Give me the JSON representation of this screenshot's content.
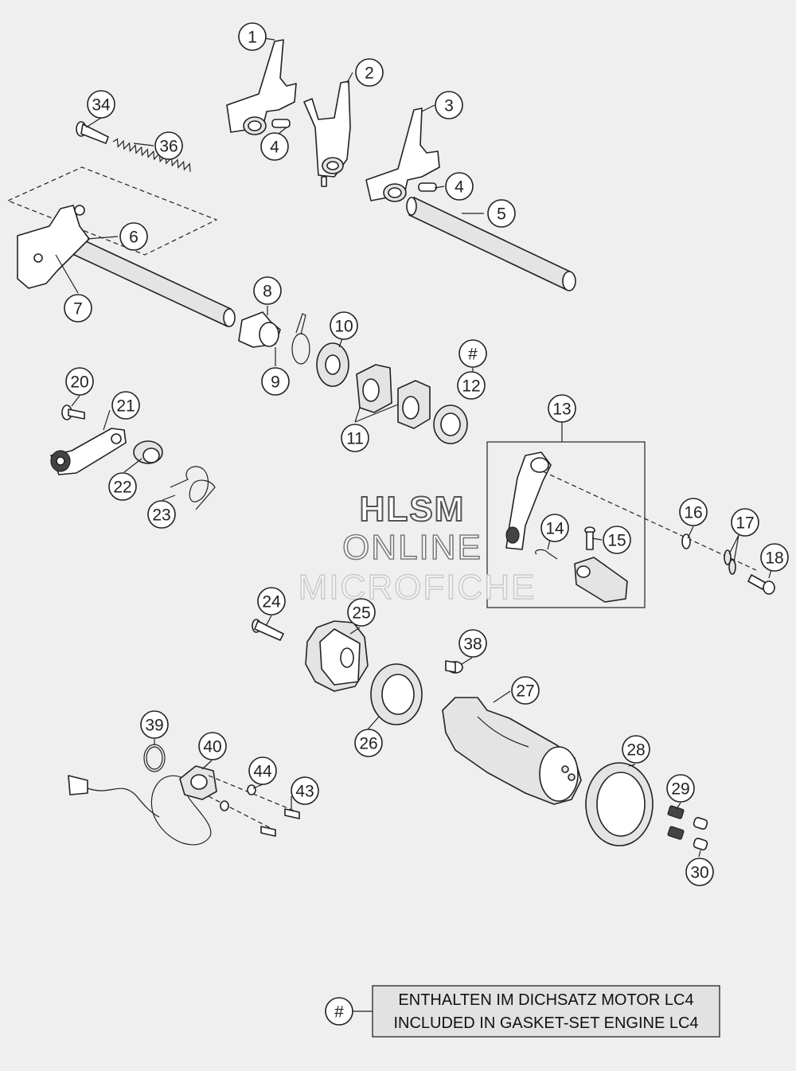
{
  "watermark": {
    "line1": "HLSM",
    "line2": "ONLINE",
    "line3": "MICROFICHE"
  },
  "legend": {
    "symbol": "#",
    "line1": "ENTHALTEN IM DICHSATZ MOTOR LC4",
    "line2": "INCLUDED IN GASKET-SET ENGINE LC4"
  },
  "callouts": {
    "c1": "1",
    "c2": "2",
    "c3": "3",
    "c4a": "4",
    "c4b": "4",
    "c5": "5",
    "c6": "6",
    "c7": "7",
    "c8": "8",
    "c9": "9",
    "c10": "10",
    "c11": "11",
    "c12": "12",
    "chash": "#",
    "c13": "13",
    "c14": "14",
    "c15": "15",
    "c16": "16",
    "c17": "17",
    "c18": "18",
    "c20": "20",
    "c21": "21",
    "c22": "22",
    "c23": "23",
    "c24": "24",
    "c25": "25",
    "c26": "26",
    "c27": "27",
    "c28": "28",
    "c29": "29",
    "c30": "30",
    "c34": "34",
    "c36": "36",
    "c38": "38",
    "c39": "39",
    "c40": "40",
    "c43": "43",
    "c44": "44"
  }
}
